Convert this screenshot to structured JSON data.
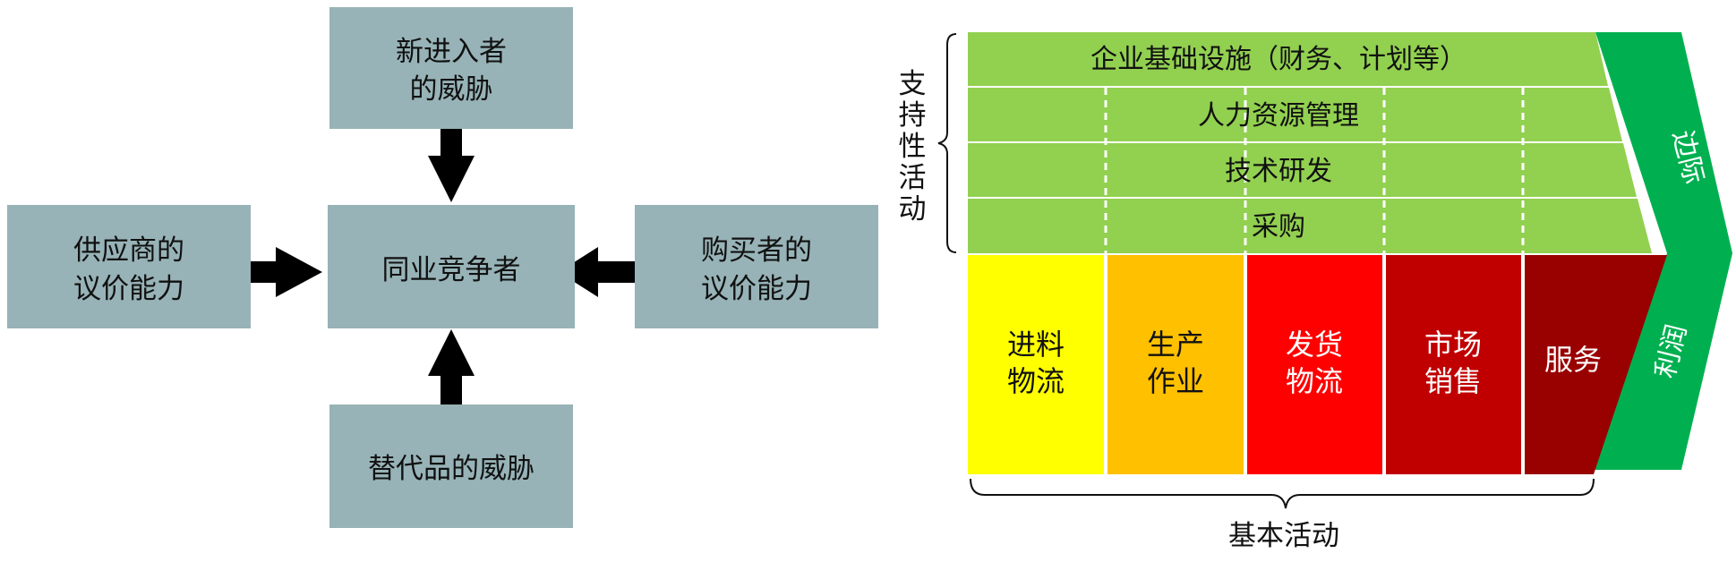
{
  "five_forces": {
    "new_entrants": {
      "line1": "新进入者",
      "line2": "的威胁"
    },
    "suppliers": {
      "line1": "供应商的",
      "line2": "议价能力"
    },
    "rivals": {
      "label": "同业竞争者"
    },
    "buyers": {
      "line1": "购买者的",
      "line2": "议价能力"
    },
    "substitutes": {
      "label": "替代品的威胁"
    },
    "box_color": "#97B3B7",
    "arrow_color": "#000000"
  },
  "value_chain": {
    "support_label_chars": [
      "支",
      "持",
      "性",
      "活",
      "动"
    ],
    "support_activities": [
      {
        "label": "企业基础设施（财务、计划等）"
      },
      {
        "label": "人力资源管理"
      },
      {
        "label": "技术研发"
      },
      {
        "label": "采购"
      }
    ],
    "support_color": "#92D050",
    "primary_activities": [
      {
        "line1": "进料",
        "line2": "物流",
        "color": "#FFFF00"
      },
      {
        "line1": "生产",
        "line2": "作业",
        "color": "#FFC000"
      },
      {
        "line1": "发货",
        "line2": "物流",
        "color": "#FF0000"
      },
      {
        "line1": "市场",
        "line2": "销售",
        "color": "#C00000"
      },
      {
        "line1": "服务",
        "line2": "",
        "color": "#990000"
      }
    ],
    "margin_top": "边际",
    "margin_bottom": "利润",
    "margin_color": "#00B050",
    "basic_label": "基本活动"
  }
}
